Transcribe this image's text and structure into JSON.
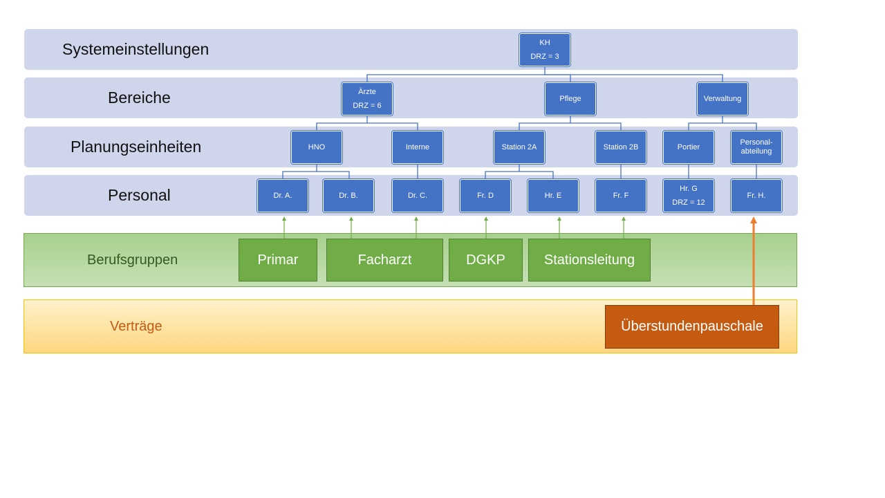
{
  "levels": {
    "system": "Systemeinstellungen",
    "areas": "Bereiche",
    "planning": "Planungseinheiten",
    "staff": "Personal"
  },
  "nodes": {
    "kh": {
      "line1": "KH",
      "line2": "DRZ = 3"
    },
    "aerzte": {
      "line1": "Ärzte",
      "line2": "DRZ = 6"
    },
    "pflege": {
      "line1": "Pflege"
    },
    "verwaltung": {
      "line1": "Verwaltung"
    },
    "hno": {
      "line1": "HNO"
    },
    "interne": {
      "line1": "Interne"
    },
    "station2a": {
      "line1": "Station 2A"
    },
    "station2b": {
      "line1": "Station 2B"
    },
    "portier": {
      "line1": "Portier"
    },
    "personalabteilung": {
      "line1": "Personal-abteilung"
    },
    "dra": {
      "line1": "Dr. A."
    },
    "drb": {
      "line1": "Dr. B."
    },
    "drc": {
      "line1": "Dr. C."
    },
    "frd": {
      "line1": "Fr. D"
    },
    "hre": {
      "line1": "Hr. E"
    },
    "frf": {
      "line1": "Fr. F"
    },
    "hrg": {
      "line1": "Hr. G",
      "line2": "DRZ = 12"
    },
    "frh": {
      "line1": "Fr. H."
    }
  },
  "groups": {
    "label": "Berufsgruppen",
    "items": [
      "Primar",
      "Facharzt",
      "DGKP",
      "Stationsleitung"
    ]
  },
  "contracts": {
    "label": "Verträge",
    "items": [
      "Überstundenpauschale"
    ]
  },
  "colors": {
    "node": "#4472c4",
    "band": "#cfd5ea",
    "group": "#70ad47",
    "contract": "#c55a11",
    "green_arrow": "#70ad47",
    "orange_arrow": "#ed7d31"
  }
}
